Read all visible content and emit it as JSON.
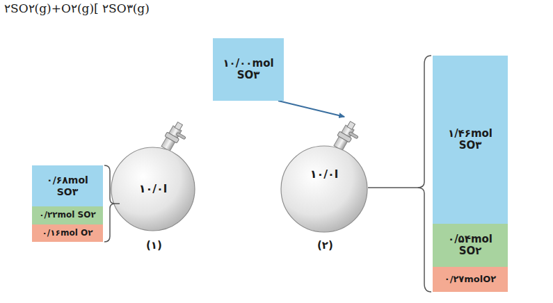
{
  "diagram": {
    "title": "۲SO۲(g)+O۲(g)[   ۲SO۳(g)",
    "nodes": [
      {
        "text": [
          "۱۰/۰۰mol SO۳"
        ]
      },
      {
        "text": [
          "۱۰/۰l"
        ]
      },
      {
        "text": [
          "۱۰/۰l"
        ]
      },
      {
        "text": [
          "۰/۶۸mol SO۳"
        ]
      },
      {
        "text": [
          "۰/۲۲mol SO۲"
        ]
      },
      {
        "text": [
          "۰/۱۶mol O۲"
        ]
      },
      {
        "text": [
          "۱/۴۶mol SO۳"
        ]
      },
      {
        "text": [
          "۰/۵۴mol SO۲"
        ]
      },
      {
        "text": [
          "۰/۲۷molO۲"
        ]
      }
    ],
    "edges": [
      {
        "from": 0,
        "to": 2,
        "arrow": "to"
      }
    ],
    "labels": [
      "(۱)",
      "(۲)"
    ]
  }
}
